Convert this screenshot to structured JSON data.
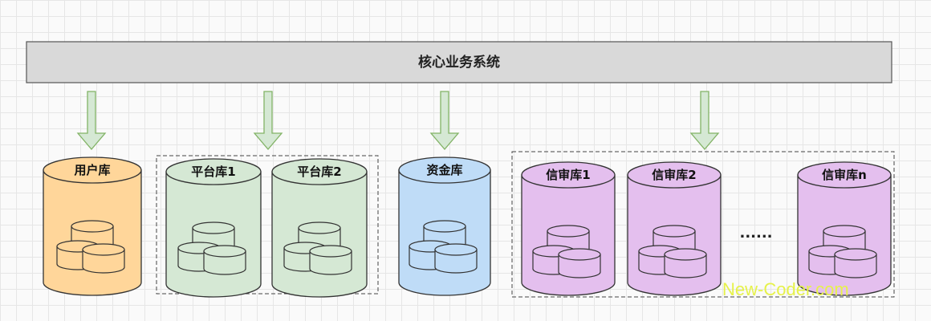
{
  "core_system": {
    "label": "核心业务系统"
  },
  "databases": {
    "user": {
      "label": "用户库"
    },
    "platform": [
      {
        "label": "平台库1"
      },
      {
        "label": "平台库2"
      }
    ],
    "funds": {
      "label": "资金库"
    },
    "credit": [
      {
        "label": "信审库1"
      },
      {
        "label": "信审库2"
      },
      {
        "label": "信审库n"
      }
    ]
  },
  "ellipsis": "......",
  "watermark": "New-Coder.com",
  "colors": {
    "core_bar": "#d9d9d9",
    "arrow": "#d5e8d4",
    "arrow_stroke": "#82b366",
    "user_db": "#ffd69a",
    "platform_db": "#d5e8d4",
    "funds_db": "#bfdcf7",
    "credit_db": "#e4bfee"
  }
}
